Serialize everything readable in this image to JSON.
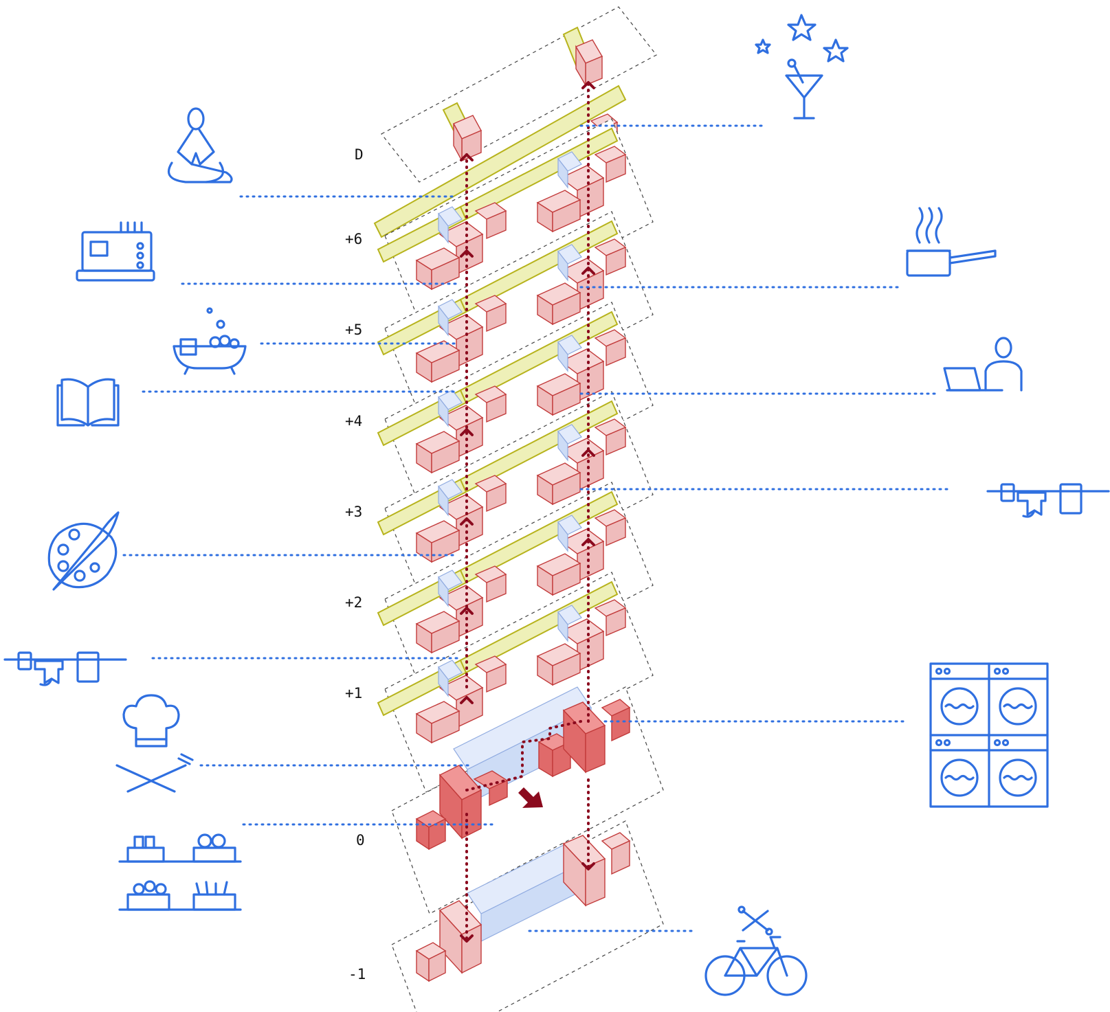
{
  "floors": [
    {
      "id": "d",
      "label": "D"
    },
    {
      "id": "p6",
      "label": "+6"
    },
    {
      "id": "p5",
      "label": "+5"
    },
    {
      "id": "p4",
      "label": "+4"
    },
    {
      "id": "p3",
      "label": "+3"
    },
    {
      "id": "p2",
      "label": "+2"
    },
    {
      "id": "p1",
      "label": "+1"
    },
    {
      "id": "g0",
      "label": "0"
    },
    {
      "id": "m1",
      "label": "-1"
    }
  ],
  "icons": {
    "left": [
      "meditation-icon",
      "sewing-machine-icon",
      "bathtub-icon",
      "book-icon",
      "palette-icon",
      "clothesline-icon",
      "chef-icon",
      "market-stall-icon"
    ],
    "right": [
      "cocktail-icon",
      "cooking-pot-icon",
      "laptop-worker-icon",
      "clothesline-icon",
      "washing-machines-icon",
      "bicycle-repair-icon"
    ]
  },
  "colors": {
    "icon_blue": "#2f6fe0",
    "private_pink": "#f7d6d6",
    "shared_blue": "#e3ebfb",
    "balcony_yellow": "#eef0b8",
    "circulation_red": "#8b0a1e"
  }
}
